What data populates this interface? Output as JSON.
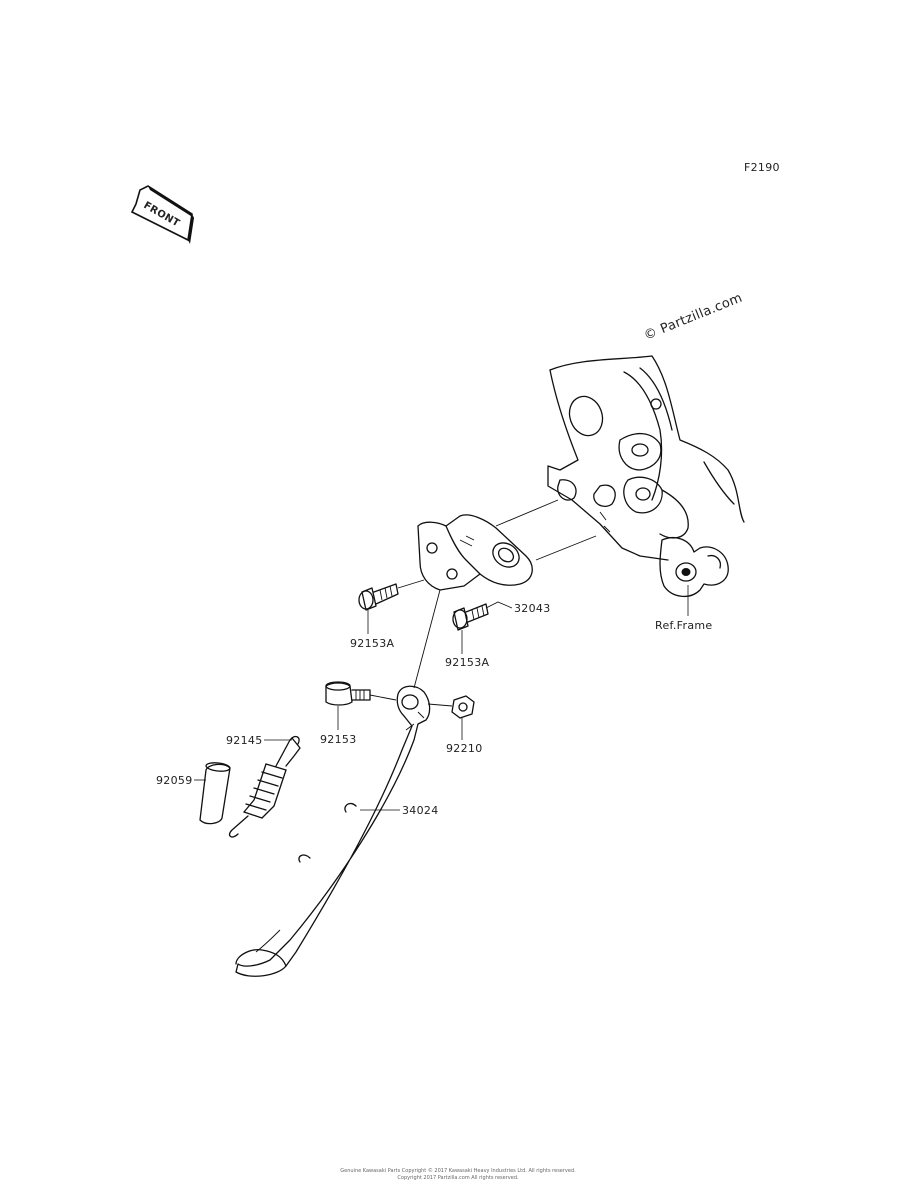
{
  "diagram_code": "F2190",
  "front_label": "FRONT",
  "watermark": "© Partzilla.com",
  "ref_frame_label": "Ref.Frame",
  "parts": {
    "bracket": "32043",
    "bolt_a_left": "92153A",
    "bolt_a_right": "92153A",
    "pivot_bolt": "92153",
    "nut": "92210",
    "spring": "92145",
    "collar": "92059",
    "side_stand": "34024"
  },
  "footer": {
    "line1": "Genuine Kawasaki Parts Copyright © 2017 Kawasaki Heavy Industries Ltd. All rights reserved.",
    "line2": "Copyright 2017 Partzilla.com All rights reserved."
  }
}
